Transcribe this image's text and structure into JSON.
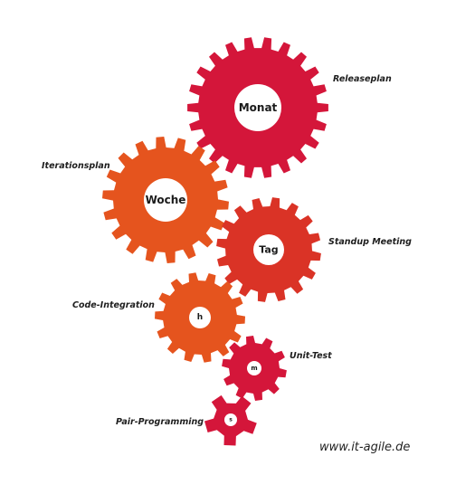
{
  "colors": {
    "red": "#d4163a",
    "orange": "#e5541e",
    "red_orange": "#da3326"
  },
  "gears": [
    {
      "id": "monat",
      "text": "Monat",
      "side_label": "Releaseplan",
      "color": "#d4163a"
    },
    {
      "id": "woche",
      "text": "Woche",
      "side_label": "Iterationsplan",
      "color": "#e5541e"
    },
    {
      "id": "tag",
      "text": "Tag",
      "side_label": "Standup Meeting",
      "color": "#da3326"
    },
    {
      "id": "h",
      "text": "h",
      "side_label": "Code-Integration",
      "color": "#e5541e"
    },
    {
      "id": "m",
      "text": "m",
      "side_label": "Unit-Test",
      "color": "#d4163a"
    },
    {
      "id": "s",
      "text": "s",
      "side_label": "Pair-Programming",
      "color": "#d4163a"
    }
  ],
  "brand": "www.it-agile.de"
}
